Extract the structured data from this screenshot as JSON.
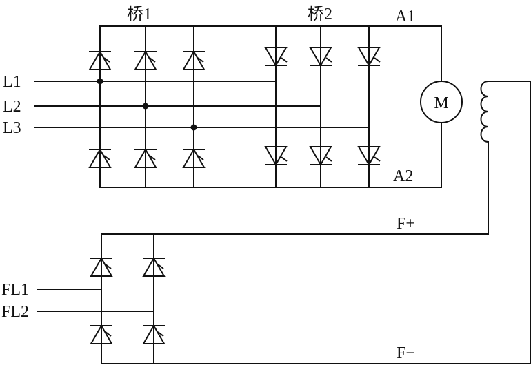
{
  "labels": {
    "bridge1": "桥1",
    "bridge2": "桥2",
    "a1": "A1",
    "a2": "A2",
    "l1": "L1",
    "l2": "L2",
    "l3": "L3",
    "motor": "M",
    "f_plus": "F+",
    "f_minus": "F−",
    "fl1": "FL1",
    "fl2": "FL2"
  }
}
